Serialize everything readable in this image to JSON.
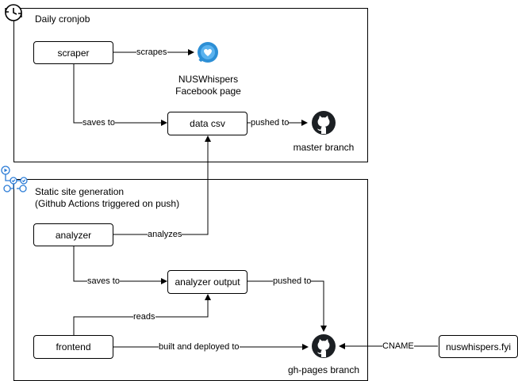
{
  "groups": {
    "cronjob": {
      "title": "Daily cronjob"
    },
    "static_site": {
      "title": "Static site generation\n(Github Actions triggered on push)"
    }
  },
  "nodes": {
    "scraper": "scraper",
    "data_csv": "data csv",
    "analyzer": "analyzer",
    "analyzer_output": "analyzer output",
    "frontend": "frontend",
    "domain": "nuswhispers.fyi"
  },
  "captions": {
    "facebook_page": "NUSWhispers\nFacebook page",
    "master_branch": "master branch",
    "gh_pages_branch": "gh-pages branch"
  },
  "edges": {
    "scrapes": "scrapes",
    "saves_to_1": "saves to",
    "pushed_to_1": "pushed to",
    "analyzes": "analyzes",
    "saves_to_2": "saves to",
    "pushed_to_2": "pushed to",
    "reads": "reads",
    "built_deployed": "built and deployed to",
    "cname": "CNAME"
  },
  "colors": {
    "facebook_blue": "#2d8fd5",
    "workflow_blue": "#2a7bd6",
    "line": "#000000"
  },
  "icons": [
    "clock-sync-icon",
    "facebook-heart-icon",
    "github-icon",
    "workflow-icon"
  ]
}
